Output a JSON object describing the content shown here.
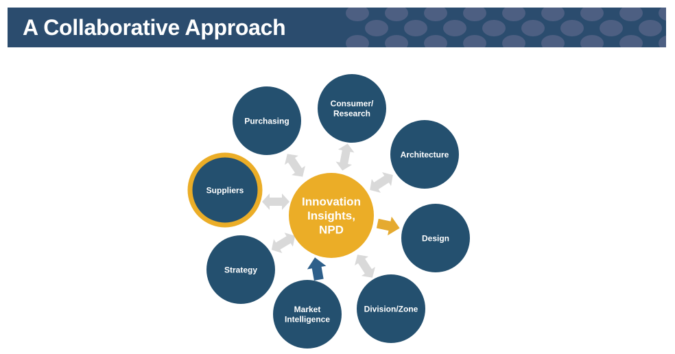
{
  "header": {
    "title": "A Collaborative Approach"
  },
  "diagram": {
    "center": {
      "lines": [
        "Innovation",
        "Insights,",
        "NPD"
      ]
    },
    "nodes": {
      "purchasing": {
        "lines": [
          "Purchasing"
        ]
      },
      "consumer": {
        "lines": [
          "Consumer/",
          "Research"
        ]
      },
      "architecture": {
        "lines": [
          "Architecture"
        ]
      },
      "suppliers": {
        "lines": [
          "Suppliers"
        ]
      },
      "design": {
        "lines": [
          "Design"
        ]
      },
      "strategy": {
        "lines": [
          "Strategy"
        ]
      },
      "market": {
        "lines": [
          "Market",
          "Intelligence"
        ]
      },
      "division": {
        "lines": [
          "Division/Zone"
        ]
      }
    }
  },
  "colors": {
    "navy": "#24506f",
    "gold": "#ebad27",
    "arrow_gray": "#d9d9d9",
    "arrow_blue": "#2e5f8a",
    "header": "#2b4c6e"
  }
}
